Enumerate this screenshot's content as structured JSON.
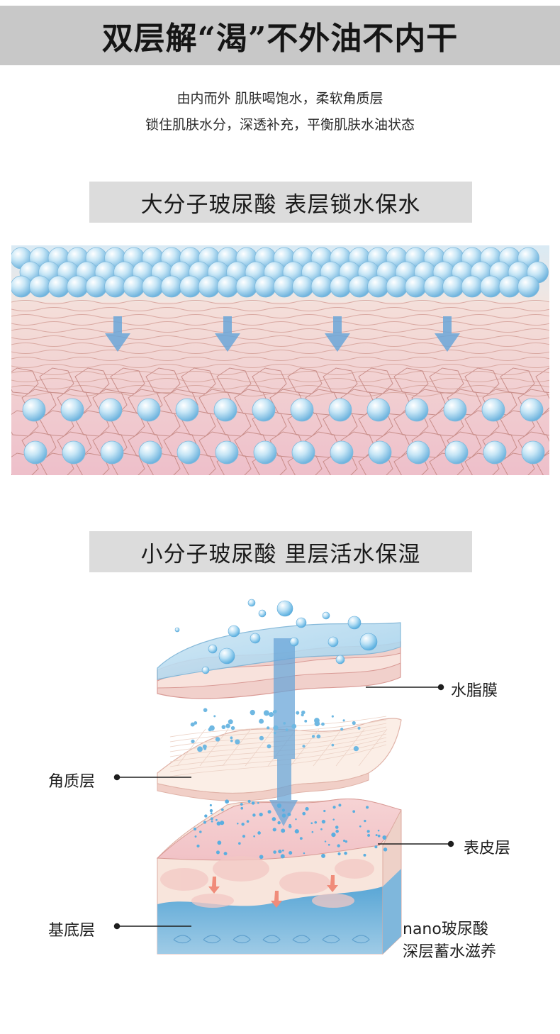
{
  "header": {
    "title": "双层解“渴”不外油不内干"
  },
  "intro": {
    "line1": "由内而外 肌肤喝饱水，柔软角质层",
    "line2": "锁住肌肤水分，深透补充，平衡肌肤水油状态"
  },
  "section1": {
    "heading": "大分子玻尿酸 表层锁水保水"
  },
  "section2": {
    "heading": "小分子玻尿酸 里层活水保湿",
    "labels": {
      "film": "水脂膜",
      "corneum": "角质层",
      "epidermis": "表皮层",
      "basal": "基底层",
      "nano_line1": "nano玻尿酸",
      "nano_line2": "深层蓄水滋养"
    }
  },
  "colors": {
    "banner_bg": "#c8c8c8",
    "heading_bg": "#dcdcdc",
    "water_blue": "#8ec9ea",
    "arrow_blue": "#6aa6d8",
    "skin_pink": "#f0c9cf",
    "skin_cream": "#f6e7da"
  }
}
